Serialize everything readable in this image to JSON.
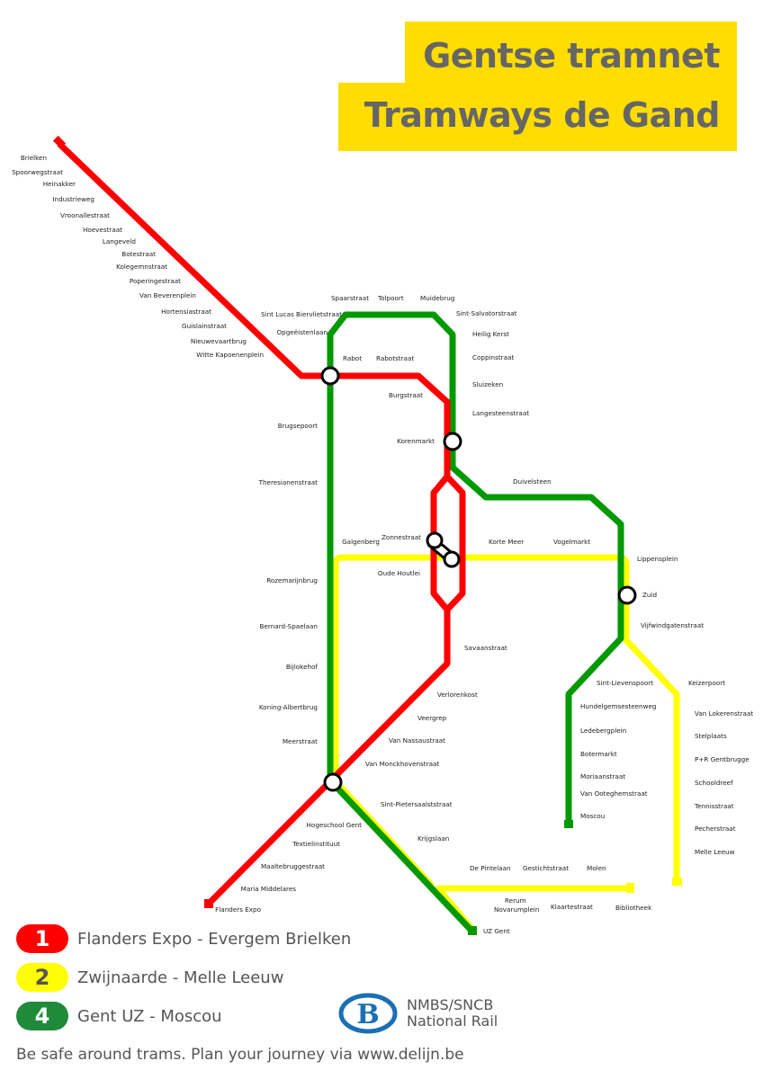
{
  "title": {
    "line1": "Gentse tramnet",
    "line2": "Tramways de Gand",
    "background_color": "#ffdd00",
    "text_color": "#666666"
  },
  "colors": {
    "line1": "#ff0000",
    "line2": "#ffff00",
    "line4": "#009900",
    "interchange_stroke": "#000000"
  },
  "lines": [
    {
      "number": "1",
      "label": "Flanders Expo -  Evergem Brielken",
      "color": "#ff0000",
      "number_color": "#ffffff"
    },
    {
      "number": "2",
      "label": "Zwijnaarde - Melle Leeuw",
      "color": "#ffff00",
      "number_color": "#555555"
    },
    {
      "number": "4",
      "label": "Gent UZ - Moscou",
      "color": "#1f8a3a",
      "number_color": "#ffffff"
    }
  ],
  "stations": {
    "line1_northwest": [
      "Brielken",
      "Spoorwegstraat",
      "Heinakker",
      "Industrieweg",
      "Vroonallestraat",
      "Hoevestraat",
      "Langeveld",
      "Botestraat",
      "Kolegemnstraat",
      "Poperingestraat",
      "Van Beverenplein",
      "Hortensiastraat",
      "Guislainstraat",
      "Nieuwevaartbrug",
      "Witte Kapoenenplein"
    ],
    "line4_north": [
      "Sint Lucas Biervlietstraat",
      "Opgeëistenlaan",
      "Spaarstraat",
      "Tolpoort",
      "Muidebrug",
      "Sint-Salvatorstraat",
      "Heilig Kerst",
      "Coppinstraat",
      "Sluizeken",
      "Langesteenstraat"
    ],
    "center": [
      "Rabot",
      "Rabotstraat",
      "Burgstraat",
      "Korenmarkt",
      "Duivelsteen",
      "Zonnestraat",
      "Galgenberg",
      "Oude Houtlei",
      "Korte Meer",
      "Vogelmarkt",
      "Lippensplein",
      "Zuid",
      "Vijfwindgatenstraat"
    ],
    "west_trunk": [
      "Brugsepoort",
      "Theresianenstraat",
      "Rozemarijnbrug",
      "Bernard-Spaelaan",
      "Bijlokehof",
      "Koning-Albertbrug",
      "Meerstraat"
    ],
    "line1_south": [
      "Savaanstraat",
      "Verlorenkost",
      "Veergrep",
      "Van Nassaustraat",
      "Van Monckhovenstraat",
      "Hogeschool Gent",
      "Textielinstituut",
      "Maaltebruggestraat",
      "Maria Middelares",
      "Flanders Expo"
    ],
    "south": [
      "Sint-Pietersaalststraat",
      "Krijgslaan",
      "De Pintelaan",
      "Gestichtstraat",
      "Molen",
      "Rerum",
      "Novarumplein",
      "Klaartestraat",
      "Bibliotheek",
      "UZ Gent"
    ],
    "line4_east": [
      "Sint-Lievenspoort",
      "Hundelgemsesteenweg",
      "Ledebergplein",
      "Botermarkt",
      "Moriaanstraat",
      "Van Ooteghemstraat",
      "Moscou"
    ],
    "line2_east": [
      "Keizerpoort",
      "Van Lokerenstraat",
      "Stelplaats",
      "P+R Gentbrugge",
      "Schooldreef",
      "Tennisstraat",
      "Pecherstraat",
      "Melle Leeuw"
    ]
  },
  "nmbs": {
    "logo_letter": "B",
    "line1": "NMBS/SNCB",
    "line2": "National Rail",
    "logo_color": "#1a6fb5"
  },
  "footer": "Be safe around trams. Plan your journey via www.delijn.be"
}
